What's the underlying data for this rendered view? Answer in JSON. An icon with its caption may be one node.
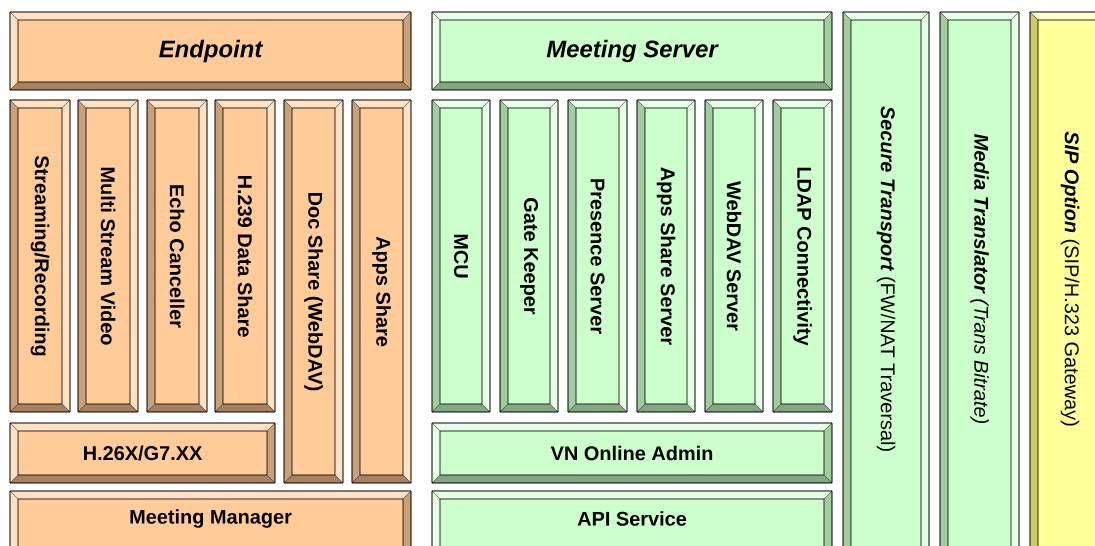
{
  "diagram": {
    "nodes": [
      {
        "text": [
          "Endpoint"
        ]
      },
      {
        "text": [
          "Meeting Server"
        ]
      },
      {
        "text": [
          "Secure Transport",
          "(FW/NAT Traversal)"
        ]
      },
      {
        "text": [
          "Media Translator",
          "(Trans Bitrate)"
        ]
      },
      {
        "text": [
          "SIP Option",
          "(SIP/H.323 Gateway)"
        ]
      },
      {
        "text": [
          "Streaming/Recording"
        ]
      },
      {
        "text": [
          "Multi Stream Video"
        ]
      },
      {
        "text": [
          "Echo Canceller"
        ]
      },
      {
        "text": [
          "H.239 Data Share"
        ]
      },
      {
        "text": [
          "Doc Share (WebDAV)"
        ]
      },
      {
        "text": [
          "Apps Share"
        ]
      },
      {
        "text": [
          "MCU"
        ]
      },
      {
        "text": [
          "Gate Keeper"
        ]
      },
      {
        "text": [
          "Presence Server"
        ]
      },
      {
        "text": [
          "Apps Share Server"
        ]
      },
      {
        "text": [
          "WebDAV Server"
        ]
      },
      {
        "text": [
          "LDAP Connectivity"
        ]
      },
      {
        "text": [
          "H.26X/G7.XX"
        ]
      },
      {
        "text": [
          "VN Online Admin"
        ]
      },
      {
        "text": [
          "Meeting Manager"
        ]
      },
      {
        "text": [
          "API Service"
        ]
      }
    ]
  }
}
